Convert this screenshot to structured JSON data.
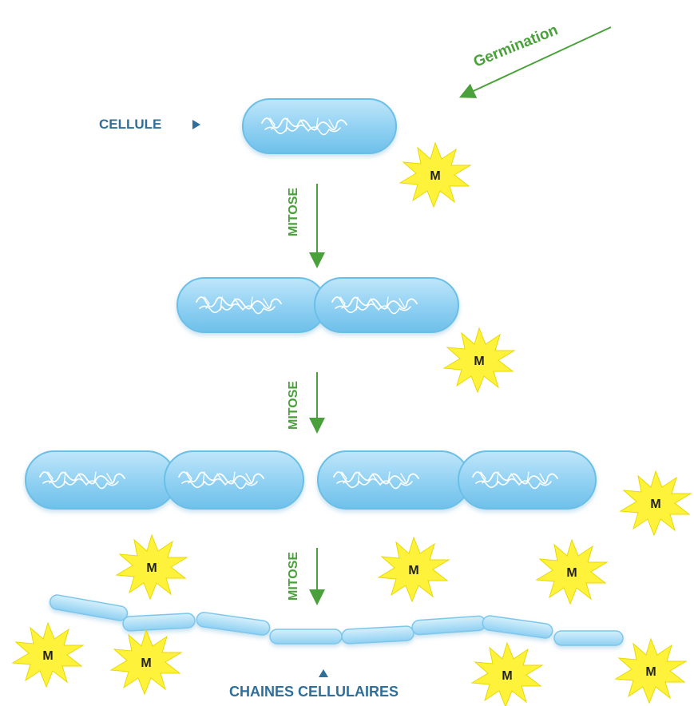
{
  "labels": {
    "germination": "Germination",
    "cellule": "CELLULE",
    "mitose_1": "MITOSE",
    "mitose_2": "MITOSE",
    "mitose_3": "MITOSE",
    "chaines": "CHAINES CELLULAIRES"
  },
  "star_letter": "M",
  "colors": {
    "label_blue": "#2f6f9a",
    "arrow_green": "#4aa03a",
    "cell_fill": "#8fd0f2",
    "cell_edge": "#5fb6e4",
    "star_fill": "#fff23a"
  },
  "icons": {
    "cell": "bacterium-cell",
    "star": "yellow-burst",
    "arrow": "arrow"
  }
}
